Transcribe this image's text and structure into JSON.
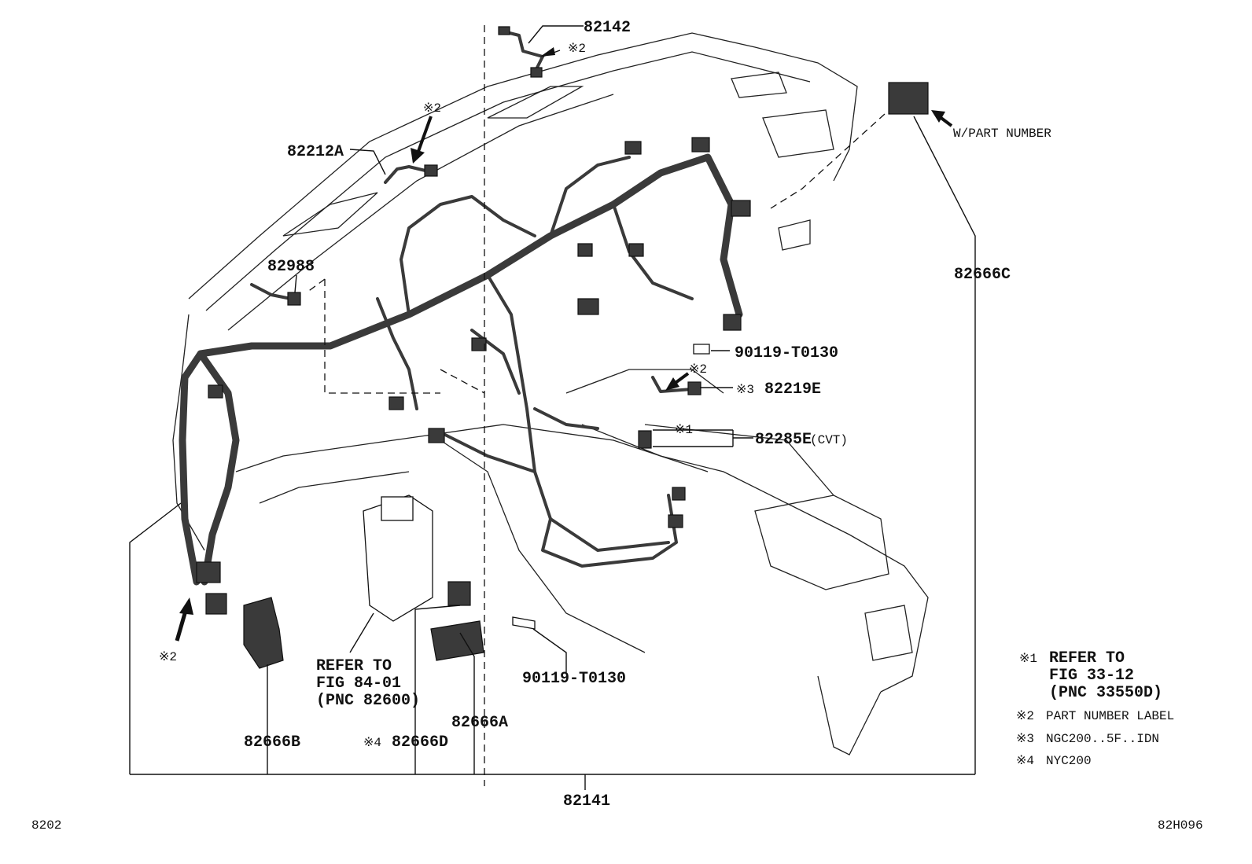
{
  "labels": {
    "p82142": "82142",
    "p82142_mark": "※2",
    "p82212A": "82212A",
    "p82212A_mark": "※2",
    "p82988": "82988",
    "p82666C": "82666C",
    "wpart": "W/PART NUMBER",
    "p90119_top": "90119-T0130",
    "p82219E_mark": "※2",
    "p82219E_pre": "※3",
    "p82219E": "82219E",
    "p82285E_mark": "※1",
    "p82285E": "82285E",
    "p82285E_suffix": "(CVT)",
    "left_mark": "※2",
    "refer84_1": "REFER TO",
    "refer84_2": "FIG 84-01",
    "refer84_3": "(PNC 82600)",
    "p90119_bot": "90119-T0130",
    "p82666B": "82666B",
    "p82666D_pre": "※4",
    "p82666D": "82666D",
    "p82666A": "82666A",
    "p82141": "82141"
  },
  "notes": [
    {
      "mark": "※1",
      "lines": [
        "REFER TO",
        "FIG 33-12",
        "(PNC 33550D)"
      ]
    },
    {
      "mark": "※2",
      "lines": [
        "PART NUMBER LABEL"
      ]
    },
    {
      "mark": "※3",
      "lines": [
        "NGC200..5F..IDN"
      ]
    },
    {
      "mark": "※4",
      "lines": [
        "NYC200"
      ]
    }
  ],
  "footer": {
    "left": "8202",
    "right": "82H096"
  }
}
